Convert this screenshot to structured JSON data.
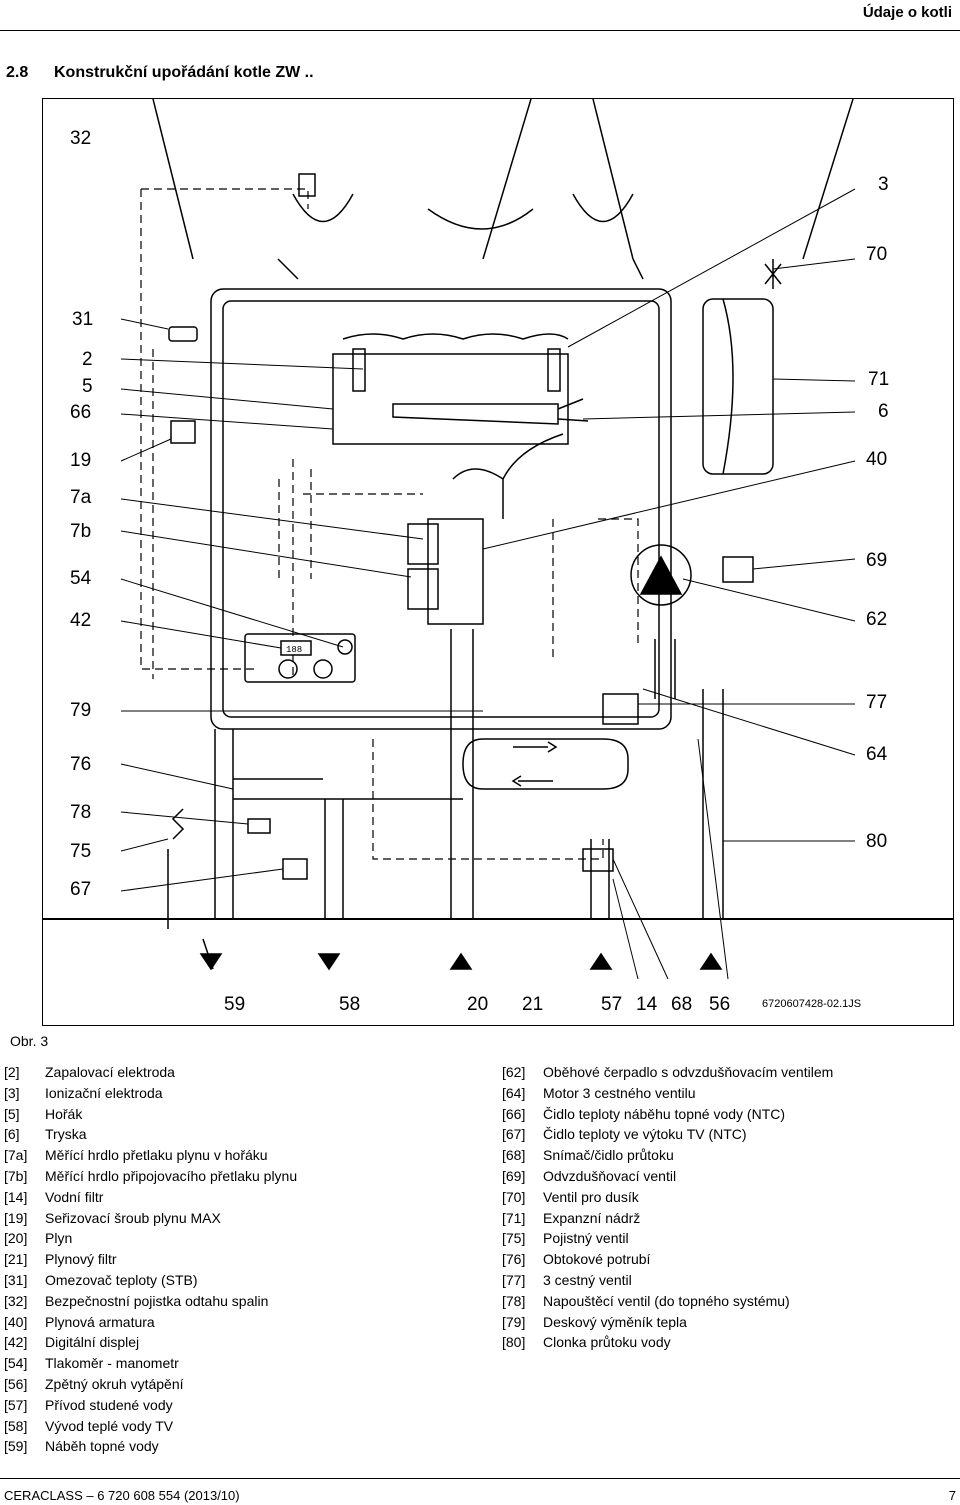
{
  "header": {
    "section_name": "Údaje o kotli"
  },
  "section": {
    "number": "2.8",
    "title": "Konstrukční upořádání kotle ZW .."
  },
  "figure": {
    "left_callouts": [
      "32",
      "31",
      "2",
      "5",
      "66",
      "19",
      "7a",
      "7b",
      "54",
      "42",
      "79",
      "76",
      "78",
      "75",
      "67"
    ],
    "right_callouts": [
      "3",
      "70",
      "71",
      "6",
      "40",
      "69",
      "62",
      "77",
      "64",
      "80"
    ],
    "bottom_callouts": [
      "59",
      "58",
      "20",
      "21",
      "57",
      "14",
      "68",
      "56"
    ],
    "display_text": "188",
    "code": "6720607428-02.1JS"
  },
  "caption": "Obr. 3",
  "legend_left": [
    {
      "code": "[2]",
      "text": "Zapalovací elektroda"
    },
    {
      "code": "[3]",
      "text": "Ionizační elektroda"
    },
    {
      "code": "[5]",
      "text": "Hořák"
    },
    {
      "code": "[6]",
      "text": "Tryska"
    },
    {
      "code": "[7a]",
      "text": "Měřící hrdlo přetlaku plynu v hořáku"
    },
    {
      "code": "[7b]",
      "text": "Měřící hrdlo připojovacího přetlaku plynu"
    },
    {
      "code": "[14]",
      "text": "Vodní filtr"
    },
    {
      "code": "[19]",
      "text": "Seřizovací šroub plynu MAX"
    },
    {
      "code": "[20]",
      "text": "Plyn"
    },
    {
      "code": "[21]",
      "text": "Plynový filtr"
    },
    {
      "code": "[31]",
      "text": "Omezovač teploty (STB)"
    },
    {
      "code": "[32]",
      "text": "Bezpečnostní pojistka odtahu spalin"
    },
    {
      "code": "[40]",
      "text": "Plynová armatura"
    },
    {
      "code": "[42]",
      "text": "Digitální displej"
    },
    {
      "code": "[54]",
      "text": "Tlakoměr - manometr"
    },
    {
      "code": "[56]",
      "text": "Zpětný okruh vytápění"
    },
    {
      "code": "[57]",
      "text": "Přívod studené vody"
    },
    {
      "code": "[58]",
      "text": "Vývod teplé vody TV"
    },
    {
      "code": "[59]",
      "text": "Náběh topné vody"
    }
  ],
  "legend_right": [
    {
      "code": "[62]",
      "text": "Oběhové čerpadlo s odvzdušňovacím ventilem"
    },
    {
      "code": "[64]",
      "text": "Motor 3 cestného ventilu"
    },
    {
      "code": "[66]",
      "text": "Čidlo teploty náběhu topné vody (NTC)"
    },
    {
      "code": "[67]",
      "text": "Čidlo teploty ve výtoku TV (NTC)"
    },
    {
      "code": "[68]",
      "text": "Snímač/čidlo průtoku"
    },
    {
      "code": "[69]",
      "text": "Odvzdušňovací ventil"
    },
    {
      "code": "[70]",
      "text": "Ventil pro dusík"
    },
    {
      "code": "[71]",
      "text": "Expanzní nádrž"
    },
    {
      "code": "[75]",
      "text": "Pojistný ventil"
    },
    {
      "code": "[76]",
      "text": "Obtokové potrubí"
    },
    {
      "code": "[77]",
      "text": "3 cestný ventil"
    },
    {
      "code": "[78]",
      "text": "Napouštěcí ventil (do topného systému)"
    },
    {
      "code": "[79]",
      "text": "Deskový výměník tepla"
    },
    {
      "code": "[80]",
      "text": "Clonka průtoku vody"
    }
  ],
  "footer": {
    "left": "CERACLASS – 6 720 608 554 (2013/10)",
    "page": "7"
  }
}
